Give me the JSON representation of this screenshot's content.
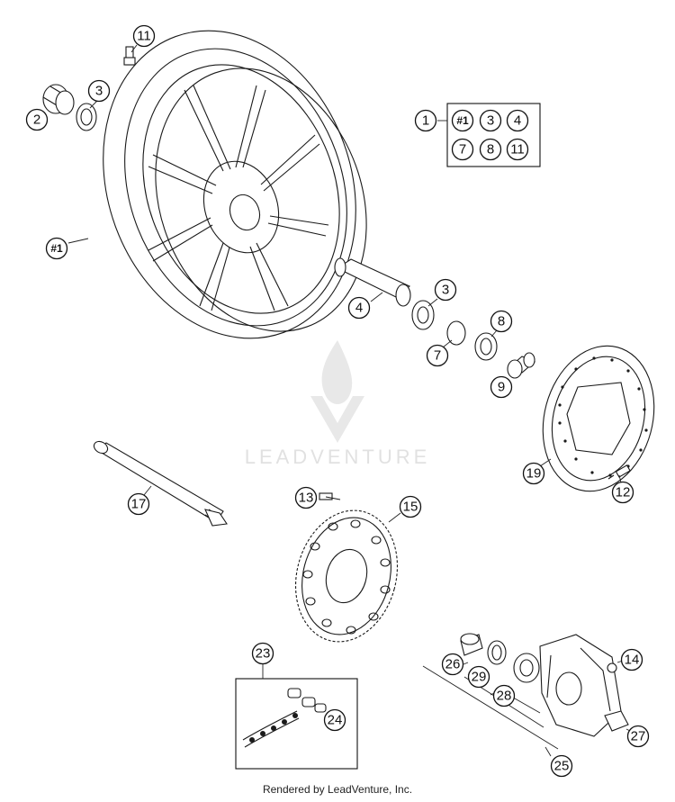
{
  "callouts": [
    {
      "id": "c11-top",
      "label": "11"
    },
    {
      "id": "c2",
      "label": "2"
    },
    {
      "id": "c3-top",
      "label": "3"
    },
    {
      "id": "c1-wheel",
      "label": "#1"
    },
    {
      "id": "c1-kit",
      "label": "1"
    },
    {
      "id": "kit-1",
      "label": "#1"
    },
    {
      "id": "kit-3",
      "label": "3"
    },
    {
      "id": "kit-4",
      "label": "4"
    },
    {
      "id": "kit-7",
      "label": "7"
    },
    {
      "id": "kit-8",
      "label": "8"
    },
    {
      "id": "kit-11",
      "label": "11"
    },
    {
      "id": "c4",
      "label": "4"
    },
    {
      "id": "c3-mid",
      "label": "3"
    },
    {
      "id": "c7",
      "label": "7"
    },
    {
      "id": "c8",
      "label": "8"
    },
    {
      "id": "c9",
      "label": "9"
    },
    {
      "id": "c19",
      "label": "19"
    },
    {
      "id": "c12",
      "label": "12"
    },
    {
      "id": "c17",
      "label": "17"
    },
    {
      "id": "c13",
      "label": "13"
    },
    {
      "id": "c15",
      "label": "15"
    },
    {
      "id": "c23",
      "label": "23"
    },
    {
      "id": "c24",
      "label": "24"
    },
    {
      "id": "c26",
      "label": "26"
    },
    {
      "id": "c29",
      "label": "29"
    },
    {
      "id": "c28",
      "label": "28"
    },
    {
      "id": "c25",
      "label": "25"
    },
    {
      "id": "c14",
      "label": "14"
    },
    {
      "id": "c27",
      "label": "27"
    }
  ],
  "watermark": "LEADVENTURE",
  "footer": "Rendered by LeadVenture, Inc."
}
